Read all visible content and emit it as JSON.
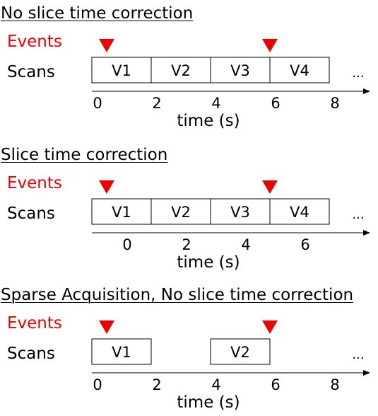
{
  "panels": [
    {
      "title": "No slice time correction",
      "events_label": "Events",
      "scans_label": "Scans",
      "scans": [
        {
          "label": "V1",
          "start": 0,
          "end": 2
        },
        {
          "label": "V2",
          "start": 2,
          "end": 4
        },
        {
          "label": "V3",
          "start": 4,
          "end": 6
        },
        {
          "label": "V4",
          "start": 6,
          "end": 8
        }
      ],
      "events": [
        0.5,
        6
      ],
      "ticks": [
        {
          "label": "0",
          "pos": 0
        },
        {
          "label": "2",
          "pos": 2
        },
        {
          "label": "4",
          "pos": 4
        },
        {
          "label": "6",
          "pos": 6
        },
        {
          "label": "8",
          "pos": 8
        }
      ],
      "ellipsis": "...",
      "axis_title": "time (s)"
    },
    {
      "title": "Slice time correction",
      "events_label": "Events",
      "scans_label": "Scans",
      "scans": [
        {
          "label": "V1",
          "start": 0,
          "end": 2
        },
        {
          "label": "V2",
          "start": 2,
          "end": 4
        },
        {
          "label": "V3",
          "start": 4,
          "end": 6
        },
        {
          "label": "V4",
          "start": 6,
          "end": 8
        }
      ],
      "events": [
        0.5,
        6
      ],
      "ticks": [
        {
          "label": "0",
          "pos": 1
        },
        {
          "label": "2",
          "pos": 3
        },
        {
          "label": "4",
          "pos": 5
        },
        {
          "label": "6",
          "pos": 7
        }
      ],
      "ellipsis": "...",
      "axis_title": "time (s)"
    },
    {
      "title": "Sparse Acquisition, No slice time correction",
      "events_label": "Events",
      "scans_label": "Scans",
      "scans": [
        {
          "label": "V1",
          "start": 0,
          "end": 2
        },
        {
          "label": "V2",
          "start": 4,
          "end": 6
        }
      ],
      "events": [
        0.5,
        6
      ],
      "ticks": [
        {
          "label": "0",
          "pos": 0
        },
        {
          "label": "2",
          "pos": 2
        },
        {
          "label": "4",
          "pos": 4
        },
        {
          "label": "6",
          "pos": 6
        },
        {
          "label": "8",
          "pos": 8
        }
      ],
      "ellipsis": "...",
      "axis_title": "time (s)"
    }
  ],
  "colors": {
    "event_marker": "#ee0000",
    "events_label": "#ee0000",
    "line": "#000000"
  }
}
